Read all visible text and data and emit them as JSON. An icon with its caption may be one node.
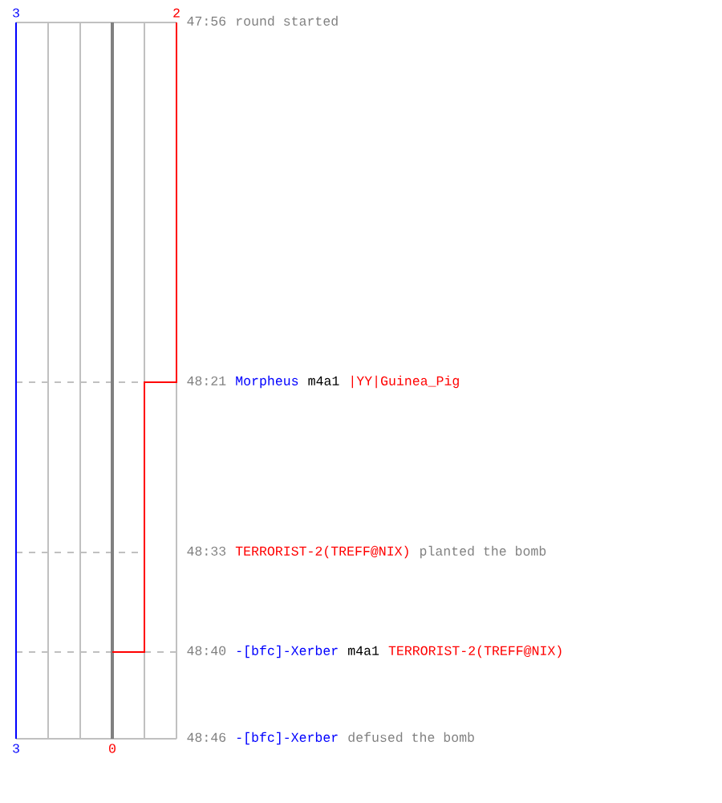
{
  "diagram": {
    "labels": [
      "3",
      "2",
      "47:56",
      "round started",
      "48:21",
      "Morpheus",
      "m4a1",
      "|YY|Guinea_Pig",
      "48:33",
      "TERRORIST-2(TREFF@NIX)",
      "planted the bomb",
      "48:40",
      "-[bfc]-Xerber",
      "m4a1",
      "TERRORIST-2(TREFF@NIX)",
      "48:46",
      "-[bfc]-Xerber",
      "defused the bomb",
      "3",
      "0"
    ]
  }
}
